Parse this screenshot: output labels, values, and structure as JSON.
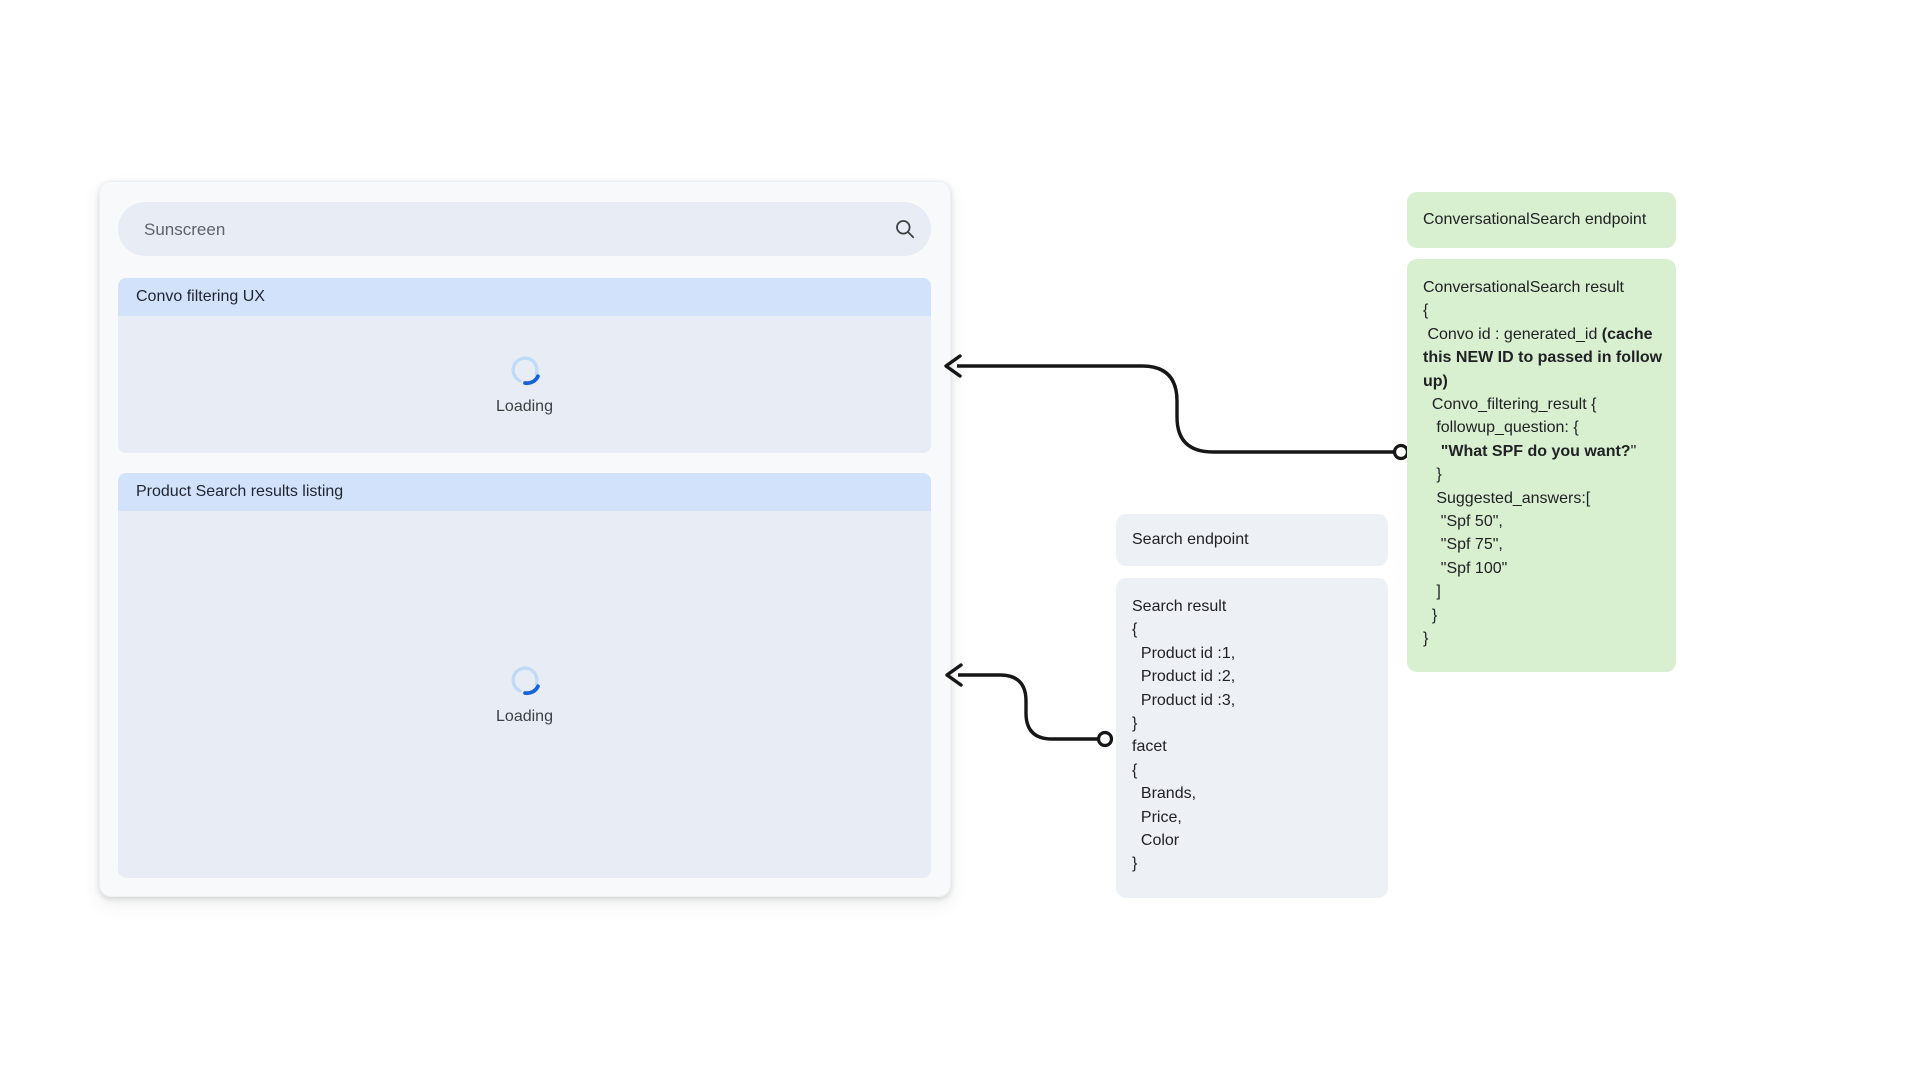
{
  "mock": {
    "search_placeholder": "Sunscreen",
    "sections": [
      {
        "title": "Convo filtering UX",
        "loading_label": "Loading"
      },
      {
        "title": "Product Search results listing",
        "loading_label": "Loading"
      }
    ]
  },
  "annotations": {
    "conversational_endpoint_title": "ConversationalSearch endpoint",
    "conversational_result_lines": [
      [
        {
          "t": "ConversationalSearch result"
        }
      ],
      [
        {
          "t": "{"
        }
      ],
      [
        {
          "t": " Convo id : generated_id "
        },
        {
          "t": "(cache",
          "b": true
        }
      ],
      [
        {
          "t": "this NEW ID to passed in follow",
          "b": true
        }
      ],
      [
        {
          "t": "up)",
          "b": true
        }
      ],
      [
        {
          "t": "  Convo_filtering_result {"
        }
      ],
      [
        {
          "t": "   followup_question: {"
        }
      ],
      [
        {
          "t": "    "
        },
        {
          "t": "\"What SPF do you want?",
          "b": true
        },
        {
          "t": "\""
        }
      ],
      [
        {
          "t": "   }"
        }
      ],
      [
        {
          "t": "   Suggested_answers:["
        }
      ],
      [
        {
          "t": "    \"Spf 50\","
        }
      ],
      [
        {
          "t": "    \"Spf 75\","
        }
      ],
      [
        {
          "t": "    \"Spf 100\""
        }
      ],
      [
        {
          "t": "   ]"
        }
      ],
      [
        {
          "t": "  }"
        }
      ],
      [
        {
          "t": "}"
        }
      ]
    ],
    "search_endpoint_title": "Search endpoint",
    "search_result_lines": [
      [
        {
          "t": "Search result"
        }
      ],
      [
        {
          "t": "{"
        }
      ],
      [
        {
          "t": "  Product id :1,"
        }
      ],
      [
        {
          "t": "  Product id :2,"
        }
      ],
      [
        {
          "t": "  Product id :3,"
        }
      ],
      [
        {
          "t": "}"
        }
      ],
      [
        {
          "t": "facet"
        }
      ],
      [
        {
          "t": "{"
        }
      ],
      [
        {
          "t": "  Brands,"
        }
      ],
      [
        {
          "t": "  Price,"
        }
      ],
      [
        {
          "t": "  Color"
        }
      ],
      [
        {
          "t": "}"
        }
      ]
    ]
  },
  "colors": {
    "section_header_blue": "#d2e2fb",
    "section_body": "#e8edf5",
    "search_bar_bg": "#e8edf5",
    "green_note": "#d9f0d0",
    "gray_note": "#edf1f6",
    "card_bg": "#f8f9fb",
    "spinner_track": "#bfdbf8",
    "spinner_arc": "#1565d8",
    "arrow": "#161616",
    "placeholder_text": "#5f6368"
  }
}
